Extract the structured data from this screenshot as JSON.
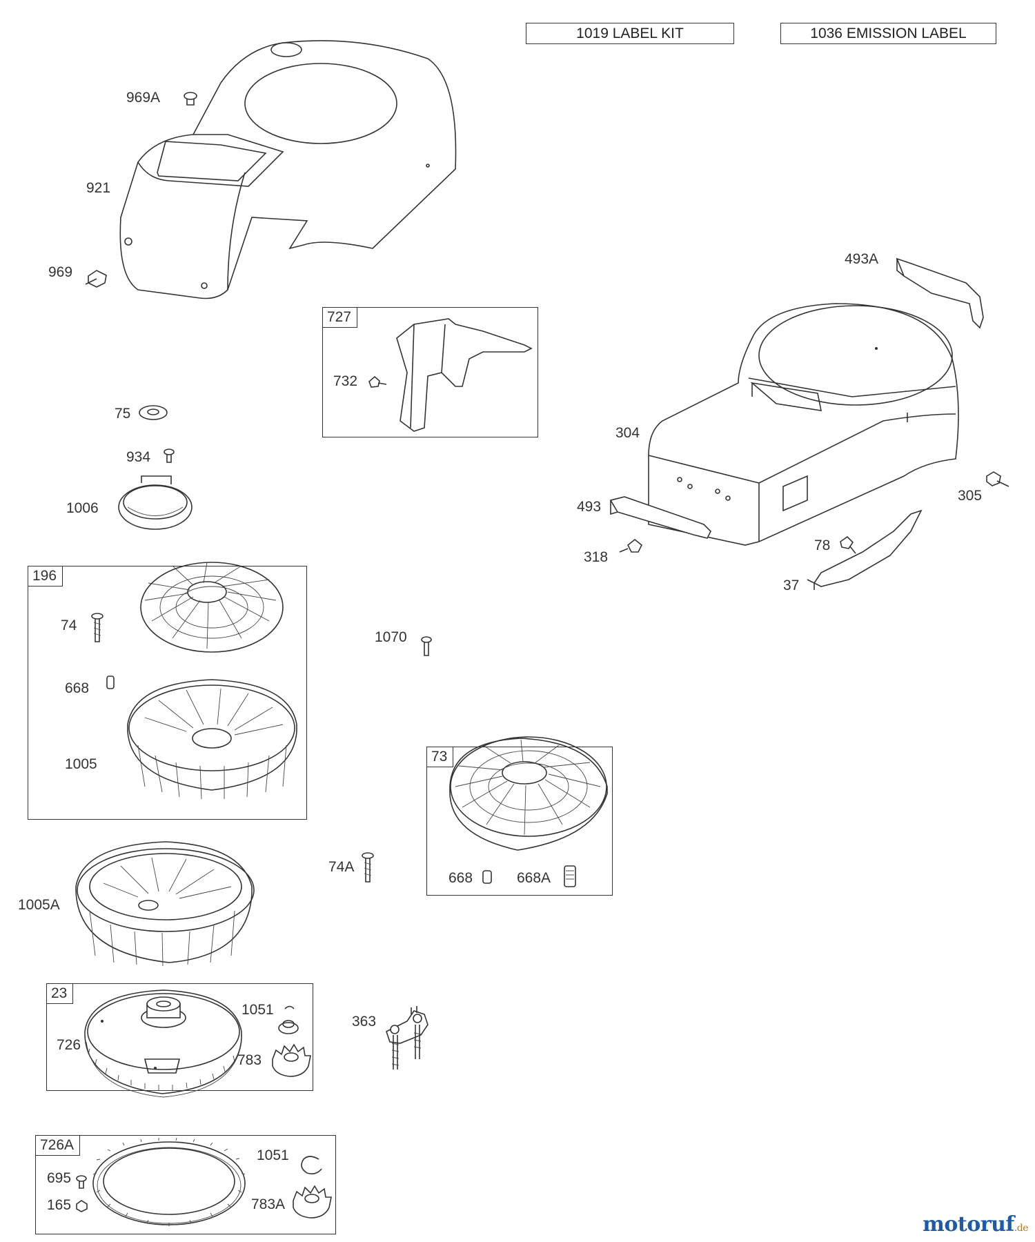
{
  "kits": {
    "label_kit": "1019 LABEL KIT",
    "emission_label": "1036 EMISSION LABEL"
  },
  "boxes": {
    "b727": "727",
    "b196": "196",
    "b73": "73",
    "b23": "23",
    "b726a": "726A"
  },
  "parts": {
    "p969a": "969A",
    "p921": "921",
    "p969": "969",
    "p75": "75",
    "p934": "934",
    "p1006": "1006",
    "p732": "732",
    "p493a": "493A",
    "p304": "304",
    "p493": "493",
    "p318": "318",
    "p305": "305",
    "p78": "78",
    "p37": "37",
    "p74": "74",
    "p668": "668",
    "p1005": "1005",
    "p1070": "1070",
    "p74a": "74A",
    "p668b": "668",
    "p668a": "668A",
    "p1005a": "1005A",
    "p1051": "1051",
    "p726": "726",
    "p783": "783",
    "p363": "363",
    "p1051b": "1051",
    "p695": "695",
    "p165": "165",
    "p783a": "783A"
  },
  "watermark": {
    "name": "motoruf",
    "tld": ".de"
  }
}
